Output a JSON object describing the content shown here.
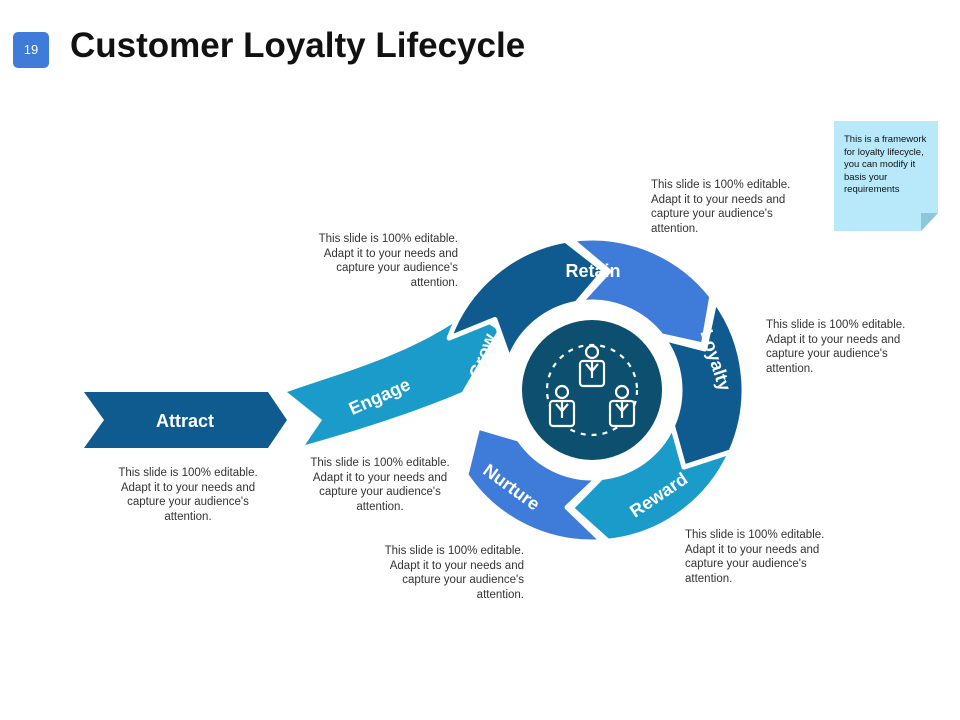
{
  "slide_number": "19",
  "title": "Customer Loyalty Lifecycle",
  "note": "This is a framework for loyalty lifecycle, you can modify it basis your requirements",
  "stages": {
    "attract": "Attract",
    "engage": "Engage",
    "grow": "Grow",
    "retain": "Retain",
    "loyalty": "Loyalty",
    "reward": "Reward",
    "nurture": "Nurture"
  },
  "descriptions": {
    "attract": "This slide is 100% editable. Adapt it to your needs and capture your audience's attention.",
    "engage": "This slide is 100% editable. Adapt it to your needs and capture your audience's attention.",
    "grow": "This slide is 100% editable. Adapt it to your needs and capture your audience's attention.",
    "retain": "This slide is 100% editable. Adapt it to your needs and capture your audience's attention.",
    "loyalty": "This slide is 100% editable. Adapt it to your needs and capture your audience's attention.",
    "reward": "This slide is 100% editable. Adapt it to your needs and capture your audience's attention.",
    "nurture": "This slide is 100% editable. Adapt it to your needs and capture your audience's attention."
  },
  "center_icon": "team-cycle-icon",
  "colors": {
    "badge": "#3f7bd8",
    "dark_blue": "#0f5a8f",
    "mid_blue": "#3f7bd8",
    "light_blue": "#1a9bc9",
    "center": "#0c4f6e",
    "note": "#b7e9fb"
  }
}
